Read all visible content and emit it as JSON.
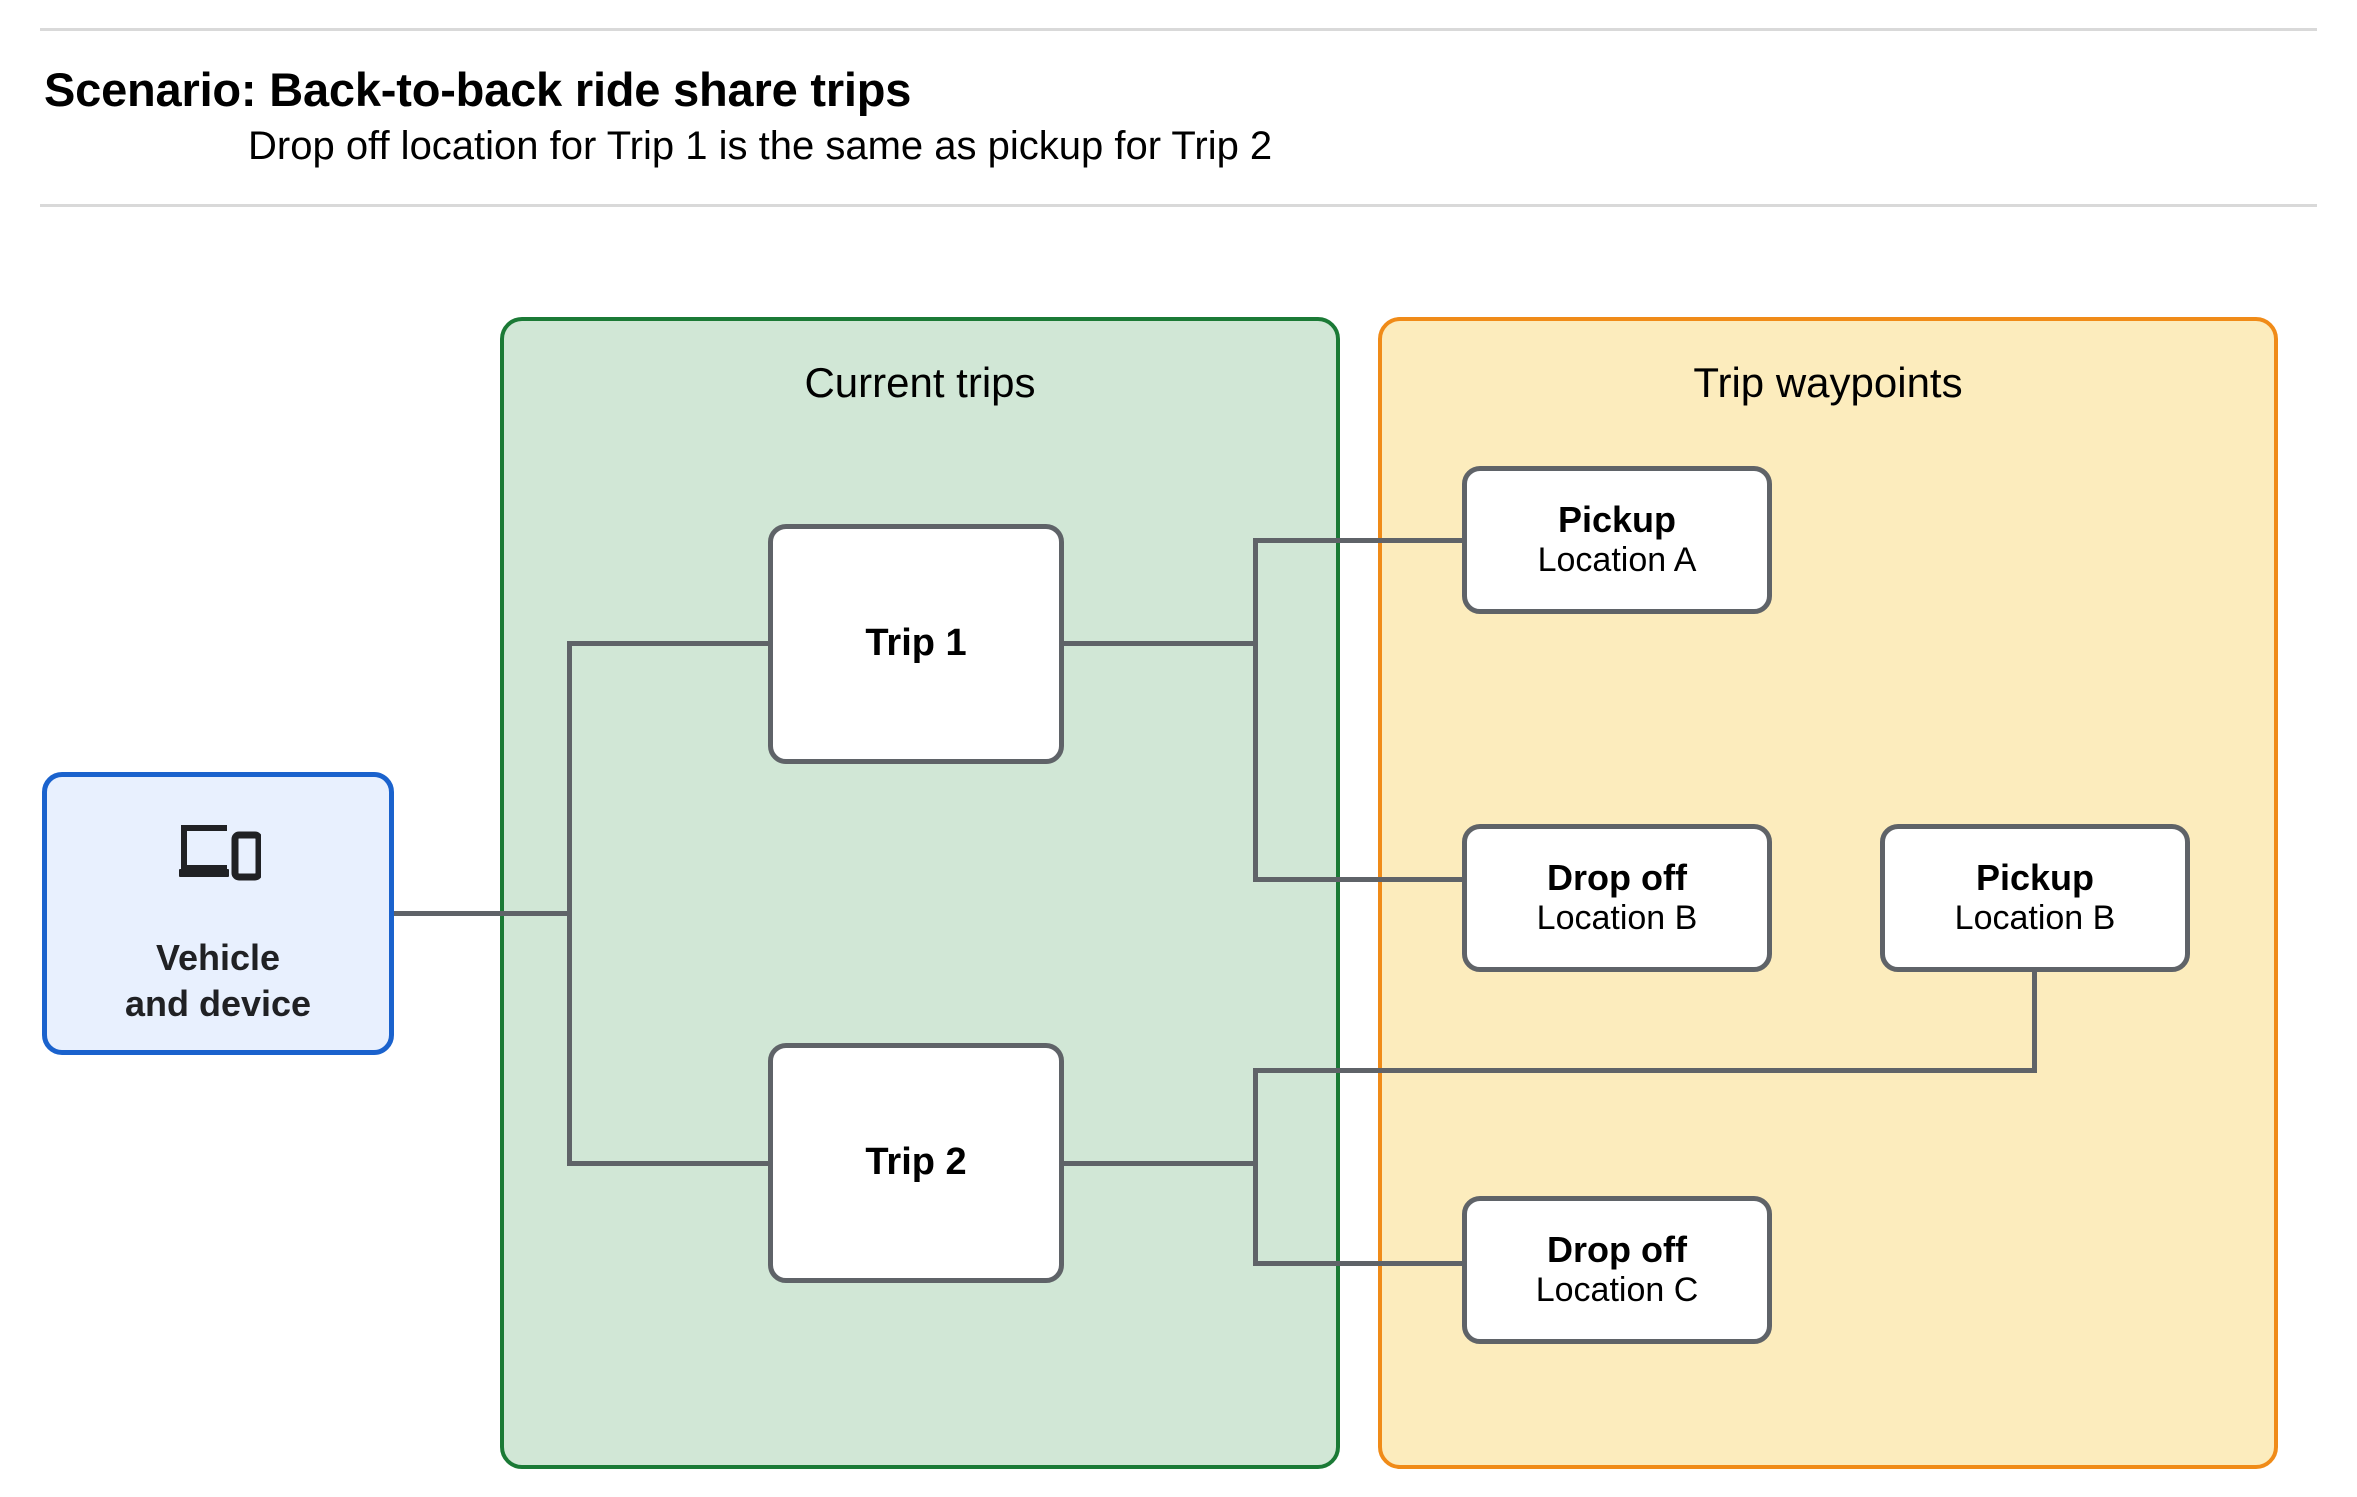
{
  "header": {
    "title": "Scenario: Back-to-back ride share trips",
    "subtitle": "Drop off  location for Trip 1 is the same as pickup for Trip 2"
  },
  "panels": {
    "current_trips": {
      "title": "Current trips",
      "fill": "#d1e7d6",
      "border": "#1b7a36"
    },
    "trip_waypoints": {
      "title": "Trip waypoints",
      "fill": "#fcecbd",
      "border": "#f08b18"
    }
  },
  "vehicle": {
    "icon": "laptop-and-phone-icon",
    "line1": "Vehicle",
    "line2": "and device",
    "fill": "#e8f0fe",
    "border": "#1a62cd"
  },
  "trips": [
    {
      "label": "Trip 1"
    },
    {
      "label": "Trip 2"
    }
  ],
  "waypoints": [
    {
      "id": "pickup-a",
      "type": "Pickup",
      "location": "Location A"
    },
    {
      "id": "dropoff-b",
      "type": "Drop off",
      "location": "Location B"
    },
    {
      "id": "pickup-b",
      "type": "Pickup",
      "location": "Location B"
    },
    {
      "id": "dropoff-c",
      "type": "Drop off",
      "location": "Location C"
    }
  ],
  "colors": {
    "connector": "#5f6368",
    "node_border": "#5f6368",
    "node_fill": "#ffffff",
    "rule": "#d9d9d9",
    "text": "#000000"
  }
}
